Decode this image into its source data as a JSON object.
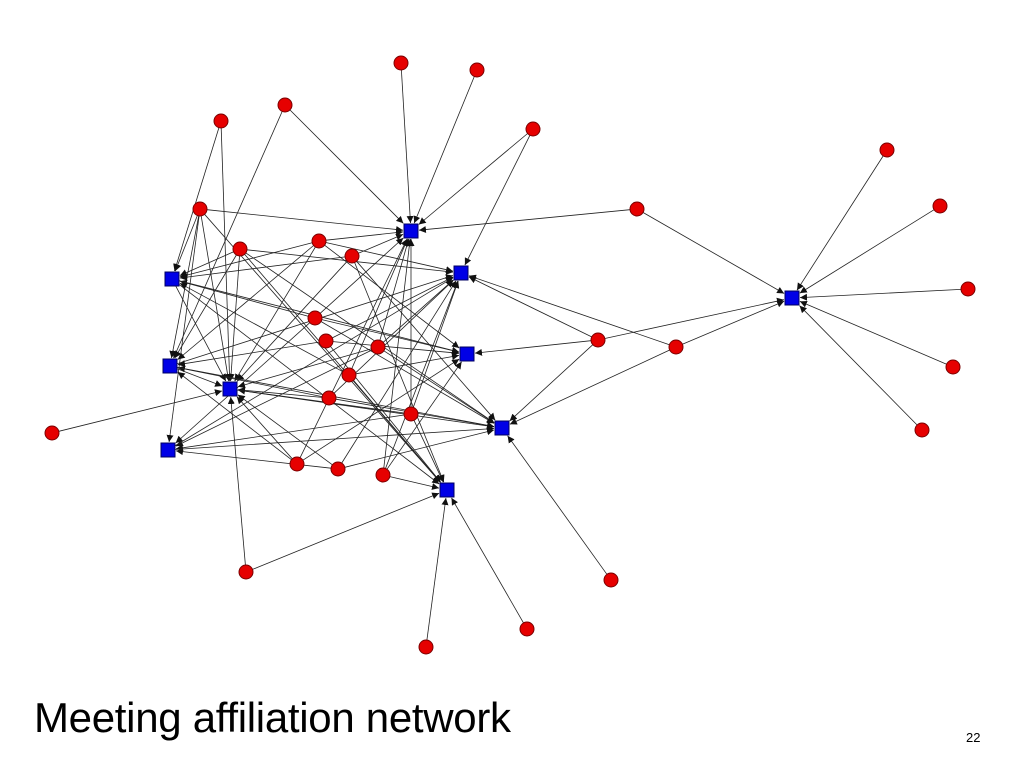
{
  "slide": {
    "title": "Meeting affiliation network",
    "page_number": "22"
  },
  "colors": {
    "person_node": "#e60000",
    "meeting_node": "#0000e6",
    "edge": "#222222"
  },
  "legend_semantics": {
    "circle": "person",
    "square": "meeting"
  }
}
